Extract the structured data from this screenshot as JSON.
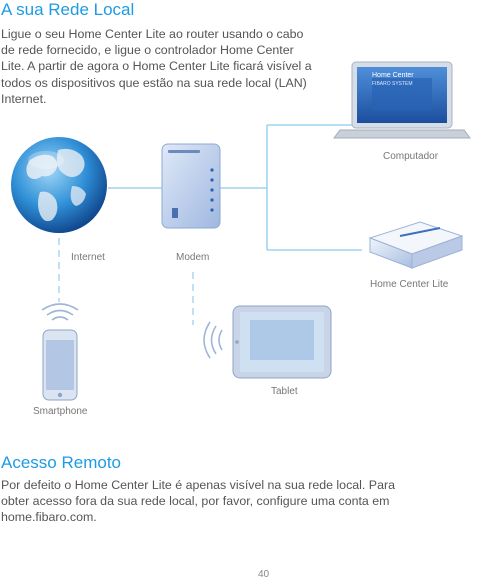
{
  "section1": {
    "title": "A sua Rede Local",
    "paragraph": "Ligue o seu Home Center Lite ao router usando o cabo de rede fornecido, e ligue o controlador Home Center Lite. A partir de agora o Home Center Lite ficará visível a todos os dispositivos que estão na sua rede local (LAN) Internet."
  },
  "diagram": {
    "labels": {
      "internet": "Internet",
      "modem": "Modem",
      "computer": "Computador",
      "home_center": "Home Center Lite",
      "smartphone": "Smartphone",
      "tablet": "Tablet"
    },
    "screen_text": {
      "laptop_brand": "Home Center",
      "laptop_sub": "FIBARO SYSTEM"
    },
    "colors": {
      "accent": "#1d9be3",
      "wired_line": "#8ec9ee",
      "wireless_line": "#9fd0f0"
    }
  },
  "section2": {
    "title": "Acesso Remoto",
    "paragraph": "Por defeito o Home Center Lite é apenas visível na sua rede local. Para obter acesso fora da sua rede local, por favor, configure uma conta em home.fibaro.com."
  },
  "page_number": "40"
}
